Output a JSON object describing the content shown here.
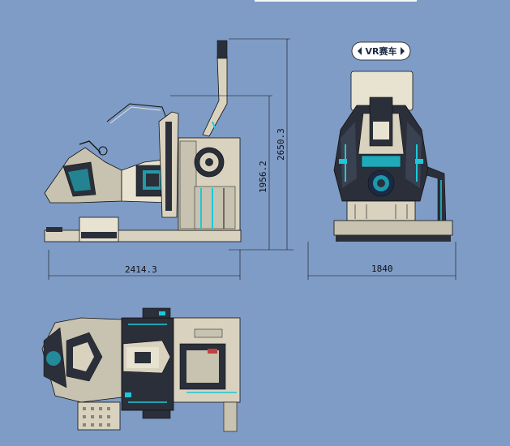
{
  "badge": {
    "text": "VR赛车"
  },
  "dimensions": {
    "total_height": "2650.3",
    "seat_height": "1956.2",
    "length": "2414.3",
    "width": "1840"
  },
  "colors": {
    "background": "#7f9cc6",
    "body": "#d9d2bf",
    "dark": "#2a2f3a",
    "accent": "#1ec8d8",
    "outline": "#111111"
  }
}
